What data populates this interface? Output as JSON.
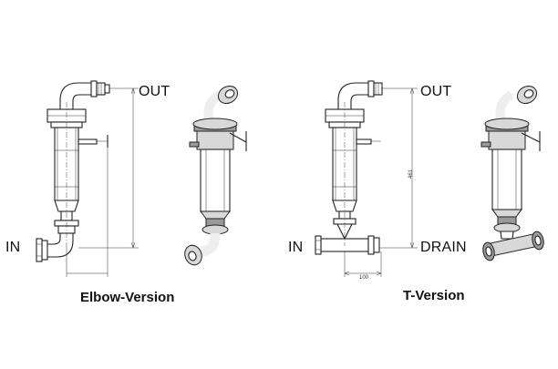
{
  "labels": {
    "elbow_out": "OUT",
    "elbow_in": "IN",
    "t_out": "OUT",
    "t_in": "IN",
    "t_drain": "DRAIN"
  },
  "captions": {
    "elbow": "Elbow-Version",
    "t": "T-Version"
  },
  "dimensions": {
    "t_height": "461",
    "t_width": "100"
  }
}
